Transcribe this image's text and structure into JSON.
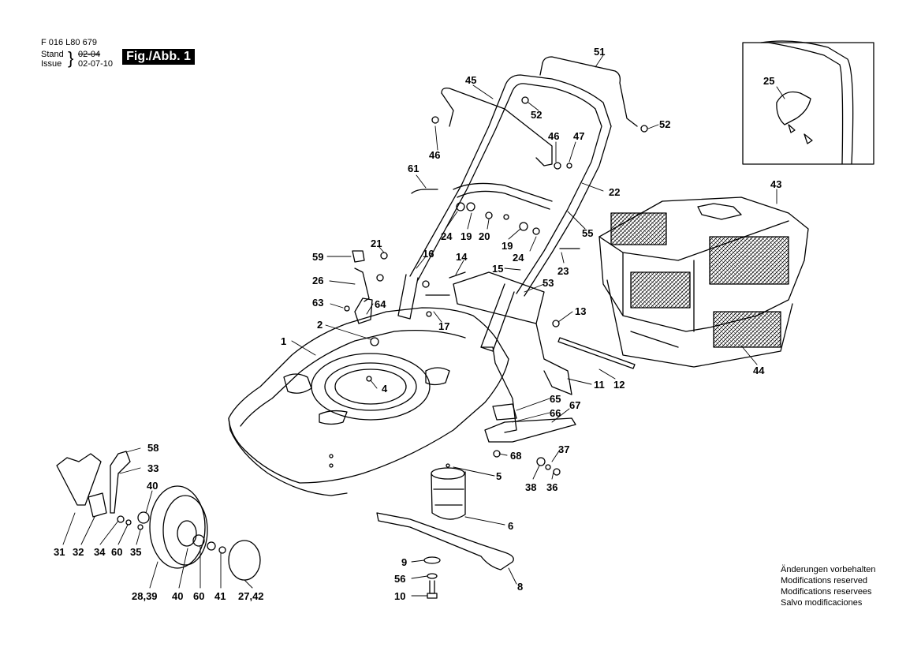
{
  "header": {
    "doc_number": "F 016 L80 679",
    "stand_label": "Stand",
    "issue_label": "Issue",
    "brace": "}",
    "old_date": "02-04",
    "issue_date": "02-07-10",
    "figure": "Fig./Abb. 1"
  },
  "notes": [
    "Änderungen vorbehalten",
    "Modifications reserved",
    "Modifications reservees",
    "Salvo modificaciones"
  ],
  "callouts": [
    {
      "id": "c1",
      "text": "1"
    },
    {
      "id": "c2",
      "text": "2"
    },
    {
      "id": "c4",
      "text": "4"
    },
    {
      "id": "c5",
      "text": "5"
    },
    {
      "id": "c6",
      "text": "6"
    },
    {
      "id": "c8",
      "text": "8"
    },
    {
      "id": "c9",
      "text": "9"
    },
    {
      "id": "c10",
      "text": "10"
    },
    {
      "id": "c11",
      "text": "11"
    },
    {
      "id": "c12",
      "text": "12"
    },
    {
      "id": "c13",
      "text": "13"
    },
    {
      "id": "c14",
      "text": "14"
    },
    {
      "id": "c15",
      "text": "15"
    },
    {
      "id": "c16",
      "text": "16"
    },
    {
      "id": "c17",
      "text": "17"
    },
    {
      "id": "c19a",
      "text": "19"
    },
    {
      "id": "c19b",
      "text": "19"
    },
    {
      "id": "c20",
      "text": "20"
    },
    {
      "id": "c21",
      "text": "21"
    },
    {
      "id": "c22",
      "text": "22"
    },
    {
      "id": "c23",
      "text": "23"
    },
    {
      "id": "c24a",
      "text": "24"
    },
    {
      "id": "c24b",
      "text": "24"
    },
    {
      "id": "c25",
      "text": "25"
    },
    {
      "id": "c26",
      "text": "26"
    },
    {
      "id": "c27_42",
      "text": "27,42"
    },
    {
      "id": "c28_39",
      "text": "28,39"
    },
    {
      "id": "c31",
      "text": "31"
    },
    {
      "id": "c32",
      "text": "32"
    },
    {
      "id": "c33",
      "text": "33"
    },
    {
      "id": "c34",
      "text": "34"
    },
    {
      "id": "c35",
      "text": "35"
    },
    {
      "id": "c36",
      "text": "36"
    },
    {
      "id": "c37",
      "text": "37"
    },
    {
      "id": "c38",
      "text": "38"
    },
    {
      "id": "c40a",
      "text": "40"
    },
    {
      "id": "c40b",
      "text": "40"
    },
    {
      "id": "c41",
      "text": "41"
    },
    {
      "id": "c43",
      "text": "43"
    },
    {
      "id": "c44",
      "text": "44"
    },
    {
      "id": "c45",
      "text": "45"
    },
    {
      "id": "c46a",
      "text": "46"
    },
    {
      "id": "c46b",
      "text": "46"
    },
    {
      "id": "c47",
      "text": "47"
    },
    {
      "id": "c51",
      "text": "51"
    },
    {
      "id": "c52a",
      "text": "52"
    },
    {
      "id": "c52b",
      "text": "52"
    },
    {
      "id": "c53",
      "text": "53"
    },
    {
      "id": "c55",
      "text": "55"
    },
    {
      "id": "c56",
      "text": "56"
    },
    {
      "id": "c58",
      "text": "58"
    },
    {
      "id": "c59",
      "text": "59"
    },
    {
      "id": "c60a",
      "text": "60"
    },
    {
      "id": "c60b",
      "text": "60"
    },
    {
      "id": "c61",
      "text": "61"
    },
    {
      "id": "c63",
      "text": "63"
    },
    {
      "id": "c64",
      "text": "64"
    },
    {
      "id": "c65",
      "text": "65"
    },
    {
      "id": "c66",
      "text": "66"
    },
    {
      "id": "c67",
      "text": "67"
    },
    {
      "id": "c68",
      "text": "68"
    }
  ]
}
